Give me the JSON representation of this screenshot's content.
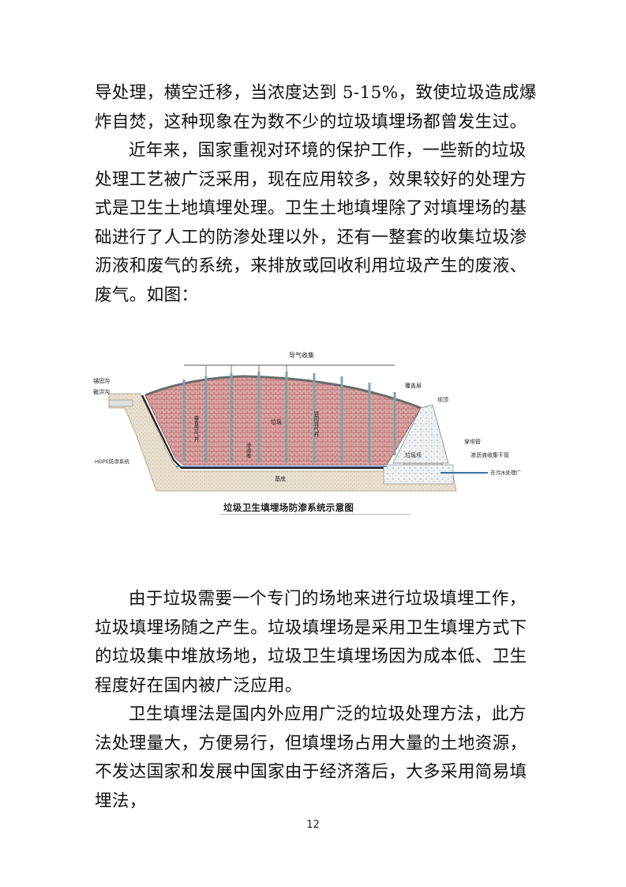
{
  "paragraphs_top": [
    "导处理，横空迁移，当浓度达到 5-15%，致使垃圾造成爆炸自焚，这种现象在为数不少的垃圾填埋场都曾发生过。",
    "近年来，国家重视对环境的保护工作，一些新的垃圾处理工艺被广泛采用，现在应用较多，效果较好的处理方式是卫生土地填埋处理。卫生土地填埋除了对填埋场的基础进行了人工的防渗处理以外，还有一整套的收集垃圾渗沥液和废气的系统，来排放或回收利用垃圾产生的废液、废气。如图："
  ],
  "figure": {
    "caption": "垃圾卫生填埋场防渗系统示意图",
    "labels": {
      "top_pipe": "导气收集",
      "left_top": "锚固沟",
      "left_bottom": "截洪沟",
      "cover": "覆盖层",
      "dam_top": "坝顶",
      "gas_well_left": "垂直导气井",
      "gas_well_right": "竖向导气井",
      "waste": "垃圾",
      "leachate": "渗滤液",
      "dam": "垃圾坝",
      "liner": "HDPE防渗系统",
      "base": "基底",
      "pipe_right": "穿坝管",
      "collection_main": "渗沥液收集干管",
      "to_plant": "去污水处理厂"
    }
  },
  "paragraphs_bottom": [
    "由于垃圾需要一个专门的场地来进行垃圾填埋工作，垃圾填埋场随之产生。垃圾填埋场是采用卫生填埋方式下的垃圾集中堆放场地，垃圾卫生填埋场因为成本低、卫生程度好在国内被广泛应用。",
    "卫生填埋法是国内外应用广泛的垃圾处理方法，此方法处理量大，方便易行，但填埋场占用大量的土地资源，不发达国家和发展中国家由于经济落后，大多采用简易填埋法，"
  ],
  "page_number": "12"
}
